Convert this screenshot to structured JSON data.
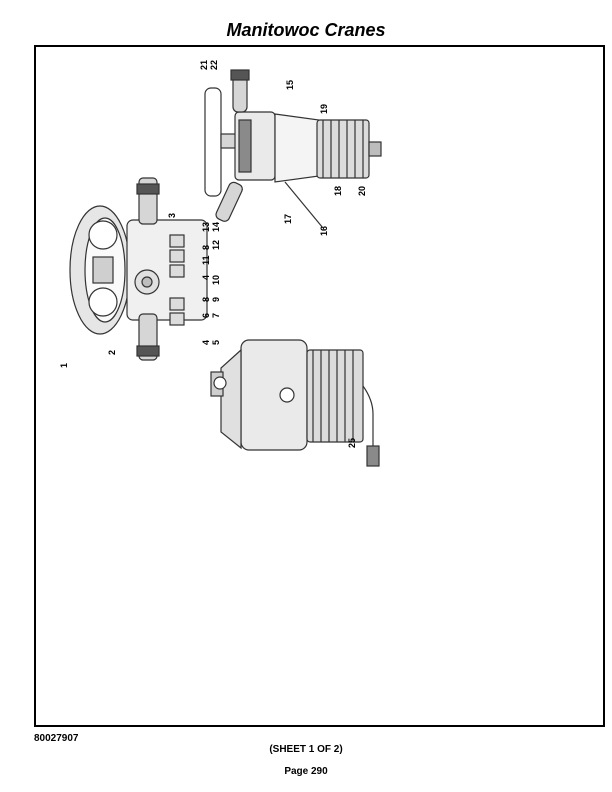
{
  "header": {
    "title": "Manitowoc Cranes"
  },
  "figure": {
    "callouts": [
      "1",
      "2",
      "3",
      "4",
      "5",
      "6",
      "7",
      "8",
      "9",
      "10",
      "11",
      "12",
      "13",
      "14",
      "15",
      "16",
      "17",
      "18",
      "19",
      "20",
      "21",
      "22",
      "25"
    ]
  },
  "footer": {
    "doc_number": "80027907",
    "sheet": "(SHEET 1 OF 2)",
    "page": "Page 290"
  }
}
